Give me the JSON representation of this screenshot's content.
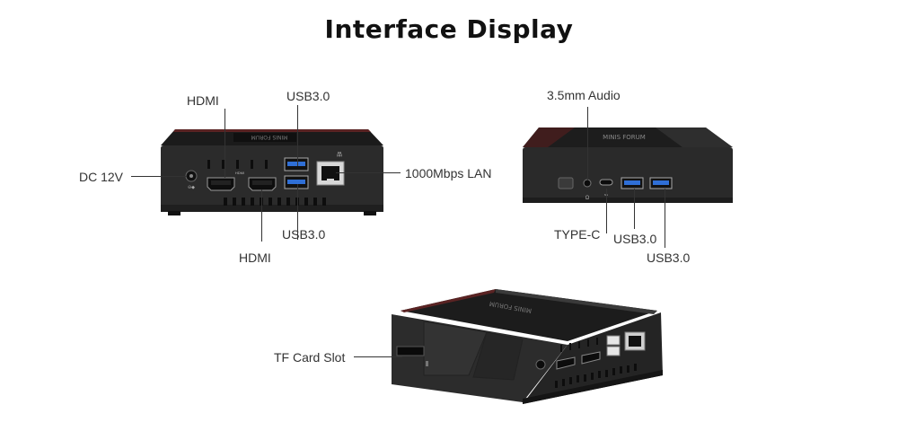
{
  "title": "Interface Display",
  "rear_view": {
    "labels": {
      "hdmi_top": "HDMI",
      "usb_top": "USB3.0",
      "dc": "DC 12V",
      "lan": "1000Mbps LAN",
      "usb_bottom": "USB3.0",
      "hdmi_bottom": "HDMI"
    },
    "brand_text": "MINIS FORUM"
  },
  "front_view": {
    "labels": {
      "audio": "3.5mm Audio",
      "typec": "TYPE-C",
      "usb_a": "USB3.0",
      "usb_b": "USB3.0"
    },
    "brand_text": "MINIS FORUM"
  },
  "side_view": {
    "labels": {
      "tf": "TF Card Slot"
    },
    "brand_text": "MINIS FORUM"
  },
  "colors": {
    "body": "#2a2a2a",
    "top": "#1c1c1c",
    "red_trim": "#8a2a2a",
    "usb_blue": "#2f6fd6"
  }
}
